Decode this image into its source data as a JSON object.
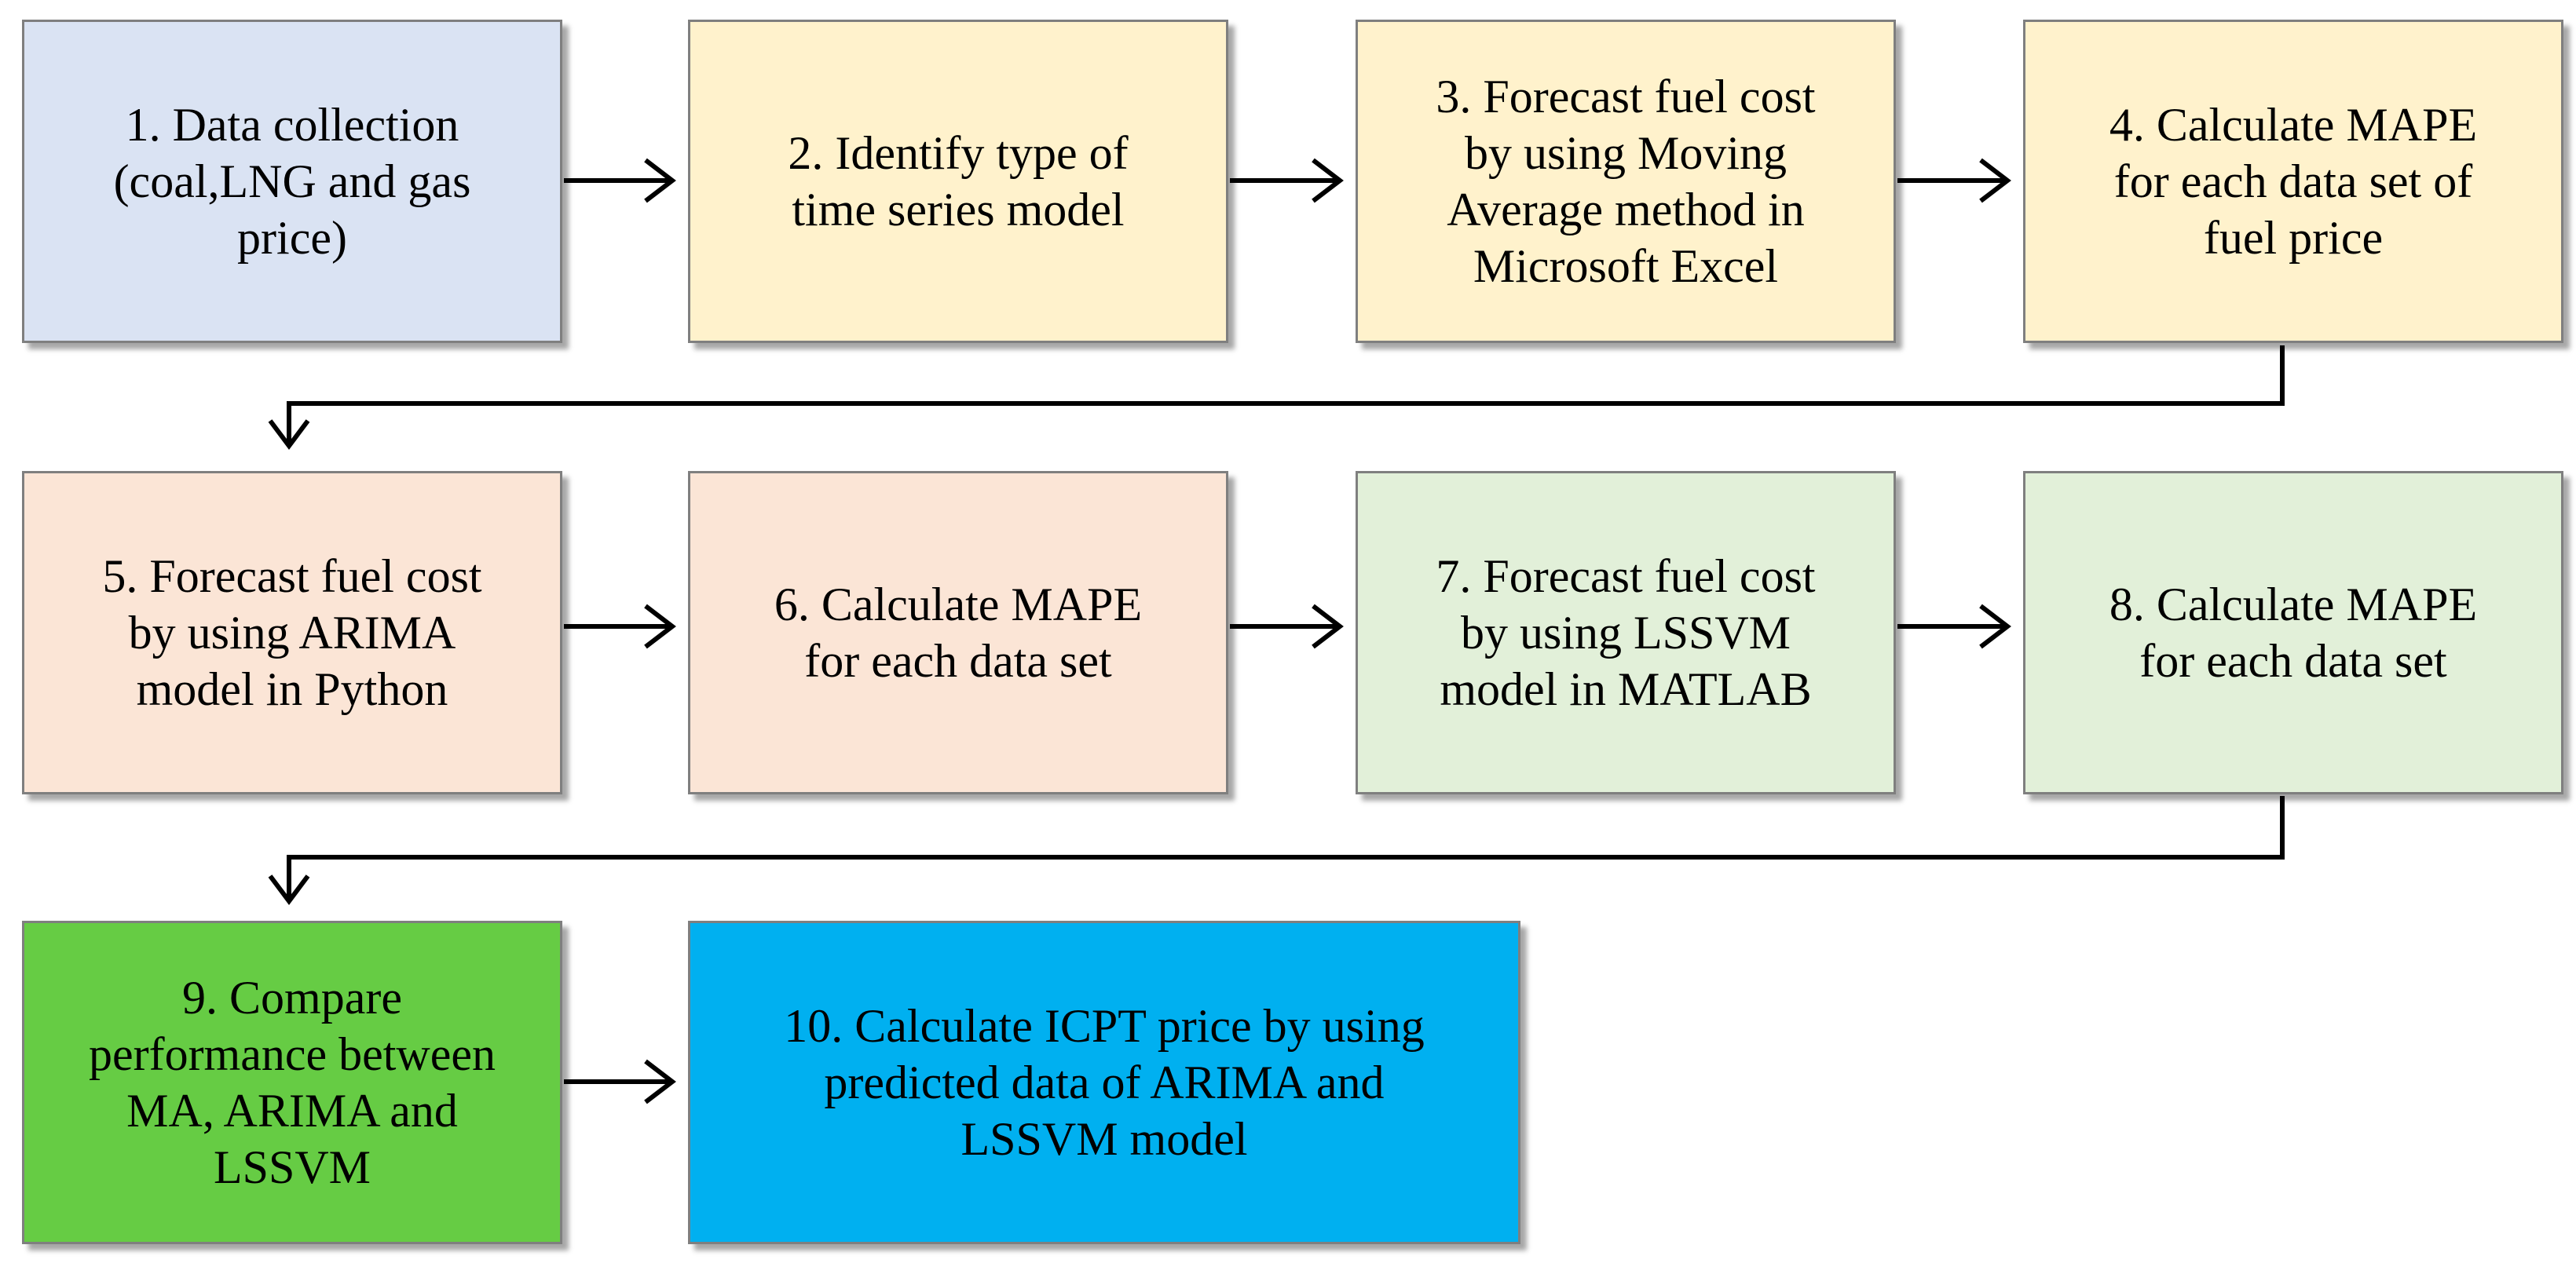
{
  "steps": [
    {
      "id": 1,
      "lines": [
        "1. Data collection",
        "(coal,LNG and gas",
        "price)"
      ],
      "fill": "#dae3f3"
    },
    {
      "id": 2,
      "lines": [
        "2. Identify type of",
        "time series model"
      ],
      "fill": "#fff2cc"
    },
    {
      "id": 3,
      "lines": [
        "3. Forecast fuel cost",
        "by using Moving",
        "Average method in",
        "Microsoft Excel"
      ],
      "fill": "#fff2cc"
    },
    {
      "id": 4,
      "lines": [
        "4. Calculate MAPE",
        "for each data set of",
        "fuel price"
      ],
      "fill": "#fff2cc"
    },
    {
      "id": 5,
      "lines": [
        "5.  Forecast fuel cost",
        "by using ARIMA",
        "model in Python"
      ],
      "fill": "#fbe5d6"
    },
    {
      "id": 6,
      "lines": [
        "6. Calculate MAPE",
        "for each data set"
      ],
      "fill": "#fbe5d6"
    },
    {
      "id": 7,
      "lines": [
        "7. Forecast fuel cost",
        "by using LSSVM",
        "model in MATLAB"
      ],
      "fill": "#e2f0d9"
    },
    {
      "id": 8,
      "lines": [
        "8. Calculate MAPE",
        "for each data set"
      ],
      "fill": "#e2f0d9"
    },
    {
      "id": 9,
      "lines": [
        "9. Compare",
        "performance between",
        "MA, ARIMA and",
        "LSSVM"
      ],
      "fill": "#66cc44"
    },
    {
      "id": 10,
      "lines": [
        "10. Calculate ICPT price by using",
        "predicted data of ARIMA and",
        "LSSVM model"
      ],
      "fill": "#00b0f0"
    }
  ],
  "stroke_color": "#000000"
}
